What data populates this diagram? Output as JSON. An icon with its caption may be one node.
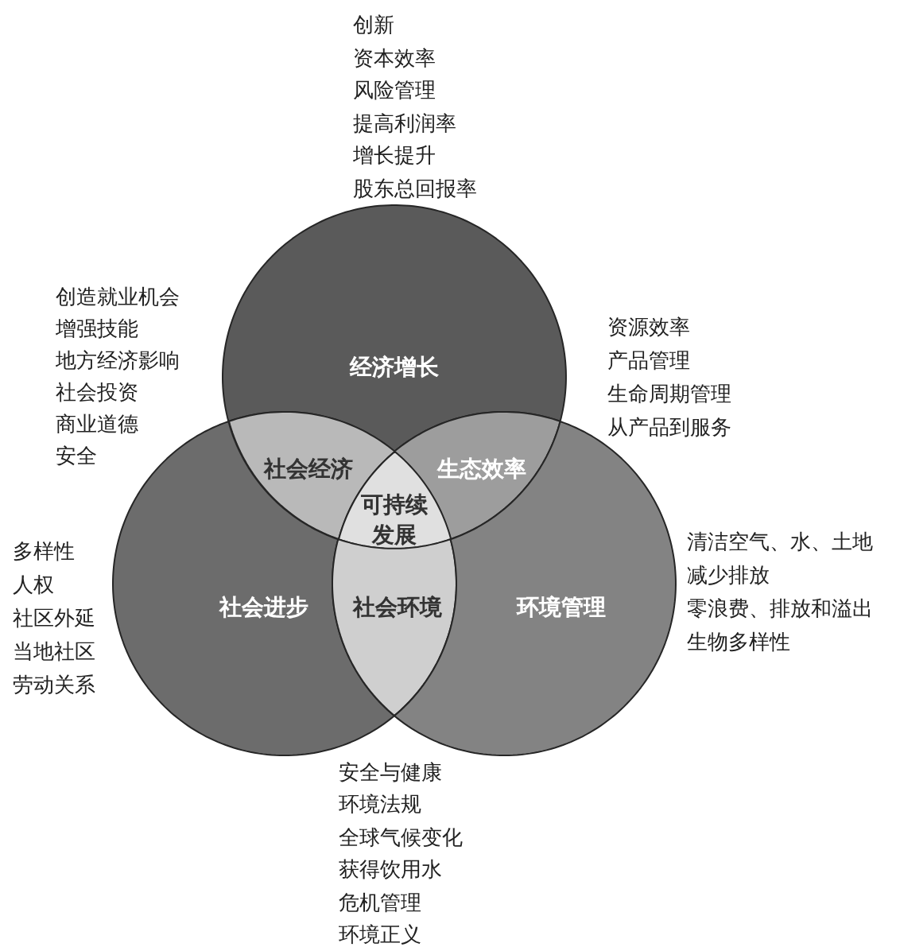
{
  "diagram": {
    "nodes": [
      {
        "text": [
          "经济增长"
        ],
        "beside": [
          "创新",
          "资本效率",
          "风险管理",
          "提高利润率",
          "增长提升",
          "股东总回报率"
        ]
      },
      {
        "text": [
          "社会经济"
        ]
      },
      {
        "text": [
          "生态效率"
        ]
      },
      {
        "text": [
          "可持续发展"
        ]
      },
      {
        "text": [
          "社会进步"
        ],
        "beside": [
          "多样性",
          "人权",
          "社区外延",
          "当地社区",
          "劳动关系"
        ]
      },
      {
        "text": [
          "社会环境"
        ]
      },
      {
        "text": [
          "环境管理"
        ],
        "beside": [
          "清洁空气、水、土地",
          "减少排放",
          "零浪费、排放和溢出",
          "生物多样性"
        ]
      }
    ],
    "labels": [
      "创造就业机会",
      "增强技能",
      "地方经济影响",
      "社会投资",
      "商业道德",
      "安全",
      "资源效率",
      "产品管理",
      "生命周期管理",
      "从产品到服务",
      "安全与健康",
      "环境法规",
      "全球气候变化",
      "获得饮用水",
      "危机管理",
      "环境正义"
    ]
  }
}
